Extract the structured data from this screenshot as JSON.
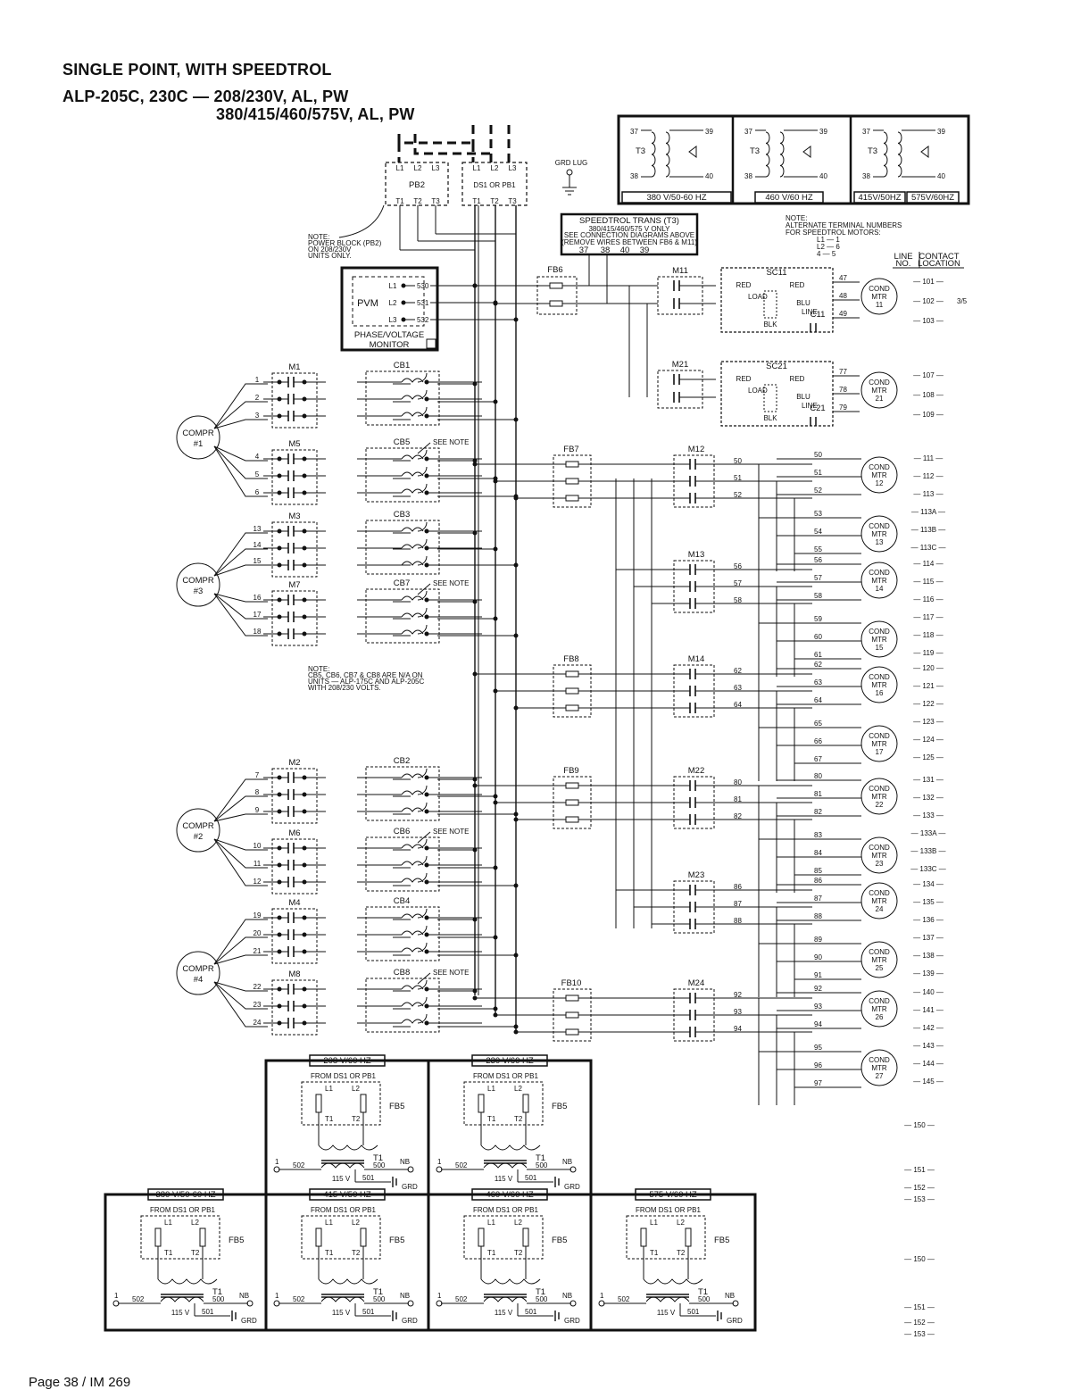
{
  "title": {
    "line1": "SINGLE POINT, WITH SPEEDTROL",
    "line2": "ALP-205C, 230C — 208/230V, AL, PW",
    "line3": "380/415/460/575V, AL, PW"
  },
  "footer": "Page 38 / IM 269",
  "power": {
    "pb2": "PB2",
    "ds1": "DS1 OR PB1",
    "grd_lug": "GRD LUG",
    "pb2_note": [
      "NOTE:",
      "POWER BLOCK (PB2)",
      "ON 208/230V",
      "UNITS ONLY."
    ],
    "terms_top": [
      "L1",
      "L2",
      "L3"
    ],
    "terms_bot": [
      "T1",
      "T2",
      "T3"
    ]
  },
  "pvm": {
    "name": "PVM",
    "caption": [
      "PHASE/VOLTAGE",
      "MONITOR"
    ],
    "wires": [
      "530",
      "531",
      "532"
    ],
    "terms": [
      "L1",
      "L2",
      "L3"
    ]
  },
  "speedtrol_note": [
    "SPEEDTROL TRANS (T3)",
    "380/415/460/575 V ONLY",
    "SEE CONNECTION DIAGRAMS ABOVE",
    "(REMOVE WIRES BETWEEN FB6 & M11)"
  ],
  "speedtrol_wires": [
    "37",
    "38",
    "40",
    "39"
  ],
  "transformers": [
    {
      "label": "380 V/50-60 HZ"
    },
    {
      "label": "460 V/60 HZ"
    },
    {
      "label": "415V/50HZ"
    },
    {
      "label": "575V/60HZ"
    }
  ],
  "alt_note": [
    "NOTE:",
    "ALTERNATE TERMINAL NUMBERS",
    "FOR SPEEDTROL MOTORS:",
    "L1 — 1",
    "L2 — 6",
    "4 — 5"
  ],
  "line_header": [
    "LINE",
    "NO.",
    "CONTACT",
    "LOCATION"
  ],
  "compressors": [
    {
      "label": "COMPR #1",
      "contactors": [
        "M1",
        "M5"
      ],
      "breakers": [
        "CB1",
        "CB5"
      ],
      "wires": [
        "1",
        "2",
        "3",
        "4",
        "5",
        "6"
      ]
    },
    {
      "label": "COMPR #3",
      "contactors": [
        "M3",
        "M7"
      ],
      "breakers": [
        "CB3",
        "CB7"
      ],
      "wires": [
        "13",
        "14",
        "15",
        "16",
        "17",
        "18"
      ]
    },
    {
      "label": "COMPR #2",
      "contactors": [
        "M2",
        "M6"
      ],
      "breakers": [
        "CB2",
        "CB6"
      ],
      "wires": [
        "7",
        "8",
        "9",
        "10",
        "11",
        "12"
      ]
    },
    {
      "label": "COMPR #4",
      "contactors": [
        "M4",
        "M8"
      ],
      "breakers": [
        "CB4",
        "CB8"
      ],
      "wires": [
        "19",
        "20",
        "21",
        "22",
        "23",
        "24"
      ]
    }
  ],
  "see_note": "SEE NOTE",
  "cb_note": [
    "NOTE:",
    "CB5, CB6, CB7 & CB8 ARE N/A ON",
    "UNITS — ALP-175C AND ALP-205C",
    "WITH 208/230 VOLTS."
  ],
  "fan_contactors": [
    {
      "name": "M11",
      "ctrl": "SC11",
      "cap": "C11",
      "motor": "COND MTR 11",
      "wires": [
        "47",
        "48",
        "49"
      ],
      "lines": [
        "101",
        "102",
        "103"
      ]
    },
    {
      "name": "M21",
      "ctrl": "SC21",
      "cap": "C21",
      "motor": "COND MTR 21",
      "wires": [
        "77",
        "78",
        "79"
      ],
      "lines": [
        "107",
        "108",
        "109"
      ]
    }
  ],
  "fuse_blocks": [
    "FB6",
    "FB7",
    "FB8",
    "FB9",
    "FB10"
  ],
  "fan_groups": [
    {
      "contactor": "M12",
      "wires": [
        "50",
        "51",
        "52"
      ],
      "motors": [
        {
          "label": "COND MTR 12",
          "leads": [
            "50",
            "51",
            "52"
          ]
        },
        {
          "label": "COND MTR 13",
          "leads": [
            "53",
            "54",
            "55"
          ]
        }
      ],
      "lines": [
        "111",
        "112",
        "113",
        "113A",
        "113B",
        "113C"
      ]
    },
    {
      "contactor": "M13",
      "wires": [
        "56",
        "57",
        "58"
      ],
      "motors": [
        {
          "label": "COND MTR 14",
          "leads": [
            "56",
            "57",
            "58"
          ]
        },
        {
          "label": "COND MTR 15",
          "leads": [
            "59",
            "60",
            "61"
          ]
        }
      ],
      "lines": [
        "114",
        "115",
        "116",
        "117",
        "118",
        "119"
      ]
    },
    {
      "contactor": "M14",
      "wires": [
        "62",
        "63",
        "64"
      ],
      "motors": [
        {
          "label": "COND MTR 16",
          "leads": [
            "62",
            "63",
            "64"
          ]
        },
        {
          "label": "COND MTR 17",
          "leads": [
            "65",
            "66",
            "67"
          ]
        }
      ],
      "lines": [
        "120",
        "121",
        "122",
        "123",
        "124",
        "125"
      ]
    },
    {
      "contactor": "M22",
      "wires": [
        "80",
        "81",
        "82"
      ],
      "motors": [
        {
          "label": "COND MTR 22",
          "leads": [
            "80",
            "81",
            "82"
          ]
        },
        {
          "label": "COND MTR 23",
          "leads": [
            "83",
            "84",
            "85"
          ]
        }
      ],
      "lines": [
        "131",
        "132",
        "133",
        "133A",
        "133B",
        "133C"
      ]
    },
    {
      "contactor": "M23",
      "wires": [
        "86",
        "87",
        "88"
      ],
      "motors": [
        {
          "label": "COND MTR 24",
          "leads": [
            "86",
            "87",
            "88"
          ]
        },
        {
          "label": "COND MTR 25",
          "leads": [
            "89",
            "90",
            "91"
          ]
        }
      ],
      "lines": [
        "134",
        "135",
        "136",
        "137",
        "138",
        "139"
      ]
    },
    {
      "contactor": "M24",
      "wires": [
        "92",
        "93",
        "94"
      ],
      "motors": [
        {
          "label": "COND MTR 26",
          "leads": [
            "92",
            "93",
            "94"
          ]
        },
        {
          "label": "COND MTR 27",
          "leads": [
            "95",
            "96",
            "97"
          ]
        }
      ],
      "lines": [
        "140",
        "141",
        "142",
        "143",
        "144",
        "145"
      ]
    }
  ],
  "ctrl_boxes": {
    "from": "FROM DS1 OR PB1",
    "fuse": "FB5",
    "xfmr": "T1",
    "volts": "115 V",
    "wires": [
      "502",
      "500",
      "501"
    ],
    "nb": "NB",
    "grd": "GRD",
    "one": "1",
    "boxes": [
      {
        "label": "208 V/60 HZ"
      },
      {
        "label": "230 V/60 HZ"
      },
      {
        "label": "380 V/50-60 HZ"
      },
      {
        "label": "415 V/50 HZ"
      },
      {
        "label": "460 V/60 HZ"
      },
      {
        "label": "575 V/60 HZ"
      }
    ],
    "lines_upper": [
      "150",
      "151",
      "152",
      "153"
    ],
    "lines_lower": [
      "150",
      "151",
      "152",
      "153"
    ]
  },
  "colors": {
    "ink": "#111111",
    "paper": "#ffffff"
  }
}
